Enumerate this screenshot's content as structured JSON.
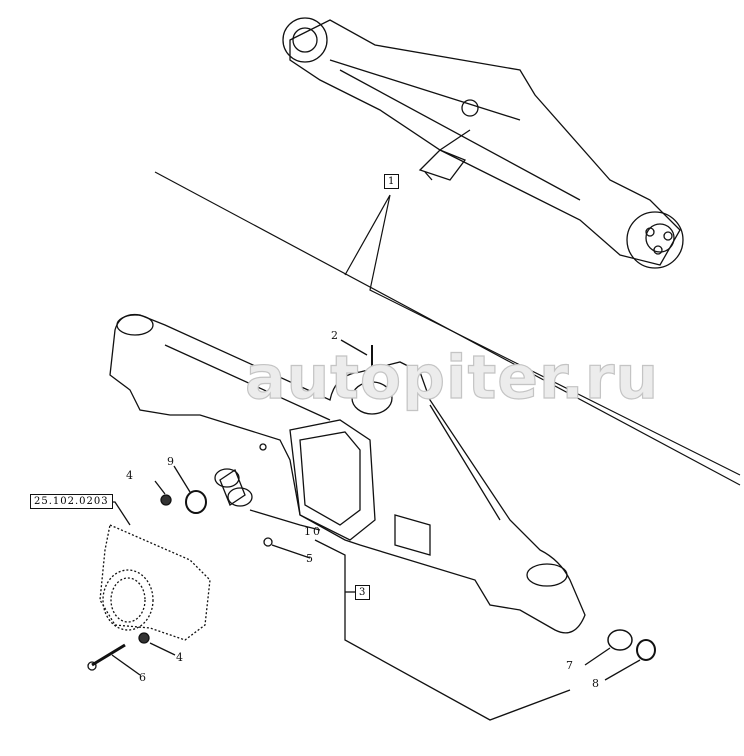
{
  "reference_box": "25.102.0203",
  "assembly_labels": {
    "main": "1",
    "sub": "3"
  },
  "callouts": {
    "c2": "2",
    "c4a": "4",
    "c4b": "4",
    "c5": "5",
    "c6": "6",
    "c7": "7",
    "c8": "8",
    "c9": "9",
    "c10": "10"
  },
  "watermark": "autopiter.ru"
}
